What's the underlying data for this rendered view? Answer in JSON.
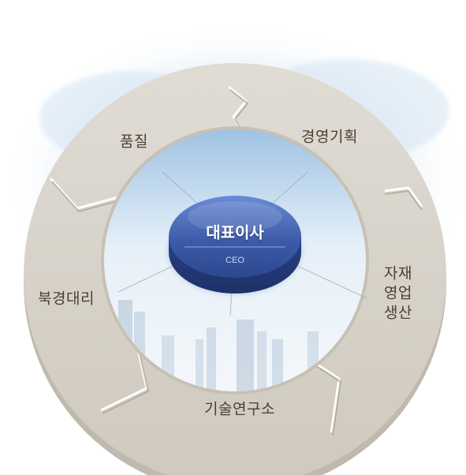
{
  "center": {
    "title": "대표이사",
    "subtitle": "CEO"
  },
  "segments": [
    {
      "id": "quality",
      "label": "품질"
    },
    {
      "id": "planning",
      "label": "경영기획"
    },
    {
      "id": "materials",
      "label": "자재\n영업\n생산"
    },
    {
      "id": "rnd",
      "label": "기술연구소"
    },
    {
      "id": "branch",
      "label": "북경대리"
    }
  ],
  "colors": {
    "ring": "#d8d3ca",
    "ring_shadow": "#bdb6aa",
    "label_text": "#4a4036",
    "ceo_button": "#3c5ba8",
    "sky": "#bcd6ec"
  }
}
